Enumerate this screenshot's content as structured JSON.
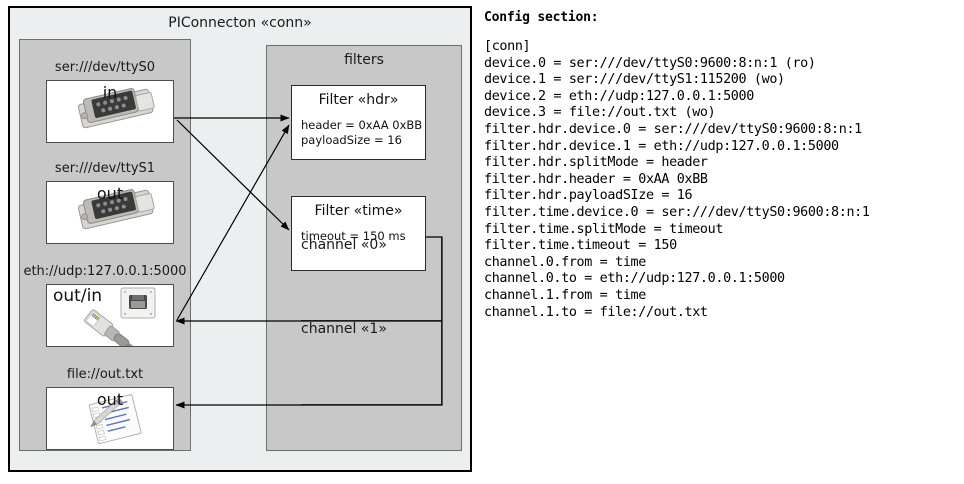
{
  "diagram": {
    "title": "PIConnecton «conn»",
    "devices_group": {
      "name": "devices-group"
    },
    "devices": [
      {
        "label": "ser:///dev/ttyS0",
        "direction": "in",
        "icon": "serial-port-icon",
        "name": "device-ttys0"
      },
      {
        "label": "ser:///dev/ttyS1",
        "direction": "out",
        "icon": "serial-port-icon",
        "name": "device-ttys1"
      },
      {
        "label": "eth://udp:127.0.0.1:5000",
        "direction": "out/in",
        "icon": "ethernet-jack-icon",
        "name": "device-eth-udp"
      },
      {
        "label": "file://out.txt",
        "direction": "out",
        "icon": "text-file-icon",
        "name": "device-file-out"
      }
    ],
    "filters_group": {
      "title": "filters"
    },
    "filters": [
      {
        "name": "Filter «hdr»",
        "attrs": [
          "header = 0xAA 0xBB",
          "payloadSize = 16"
        ]
      },
      {
        "name": "Filter «time»",
        "attrs": [
          "timeout = 150 ms"
        ]
      }
    ],
    "channels": [
      {
        "label": "channel «0»"
      },
      {
        "label": "channel «1»"
      }
    ]
  },
  "config": {
    "heading": "Config section:",
    "lines": "[conn]\ndevice.0 = ser:///dev/ttyS0:9600:8:n:1 (ro)\ndevice.1 = ser:///dev/ttyS1:115200 (wo)\ndevice.2 = eth://udp:127.0.0.1:5000\ndevice.3 = file://out.txt (wo)\nfilter.hdr.device.0 = ser:///dev/ttyS0:9600:8:n:1\nfilter.hdr.device.1 = eth://udp:127.0.0.1:5000\nfilter.hdr.splitMode = header\nfilter.hdr.header = 0xAA 0xBB\nfilter.hdr.payloadSIze = 16\nfilter.time.device.0 = ser:///dev/ttyS0:9600:8:n:1\nfilter.time.splitMode = timeout\nfilter.time.timeout = 150\nchannel.0.from = time\nchannel.0.to = eth://udp:127.0.0.1:5000\nchannel.1.from = time\nchannel.1.to = file://out.txt"
  },
  "colors": {
    "outer_fill": "#eceff0",
    "group_fill": "#c8c8c8",
    "node_fill": "#ffffff",
    "stroke": "#000000"
  }
}
